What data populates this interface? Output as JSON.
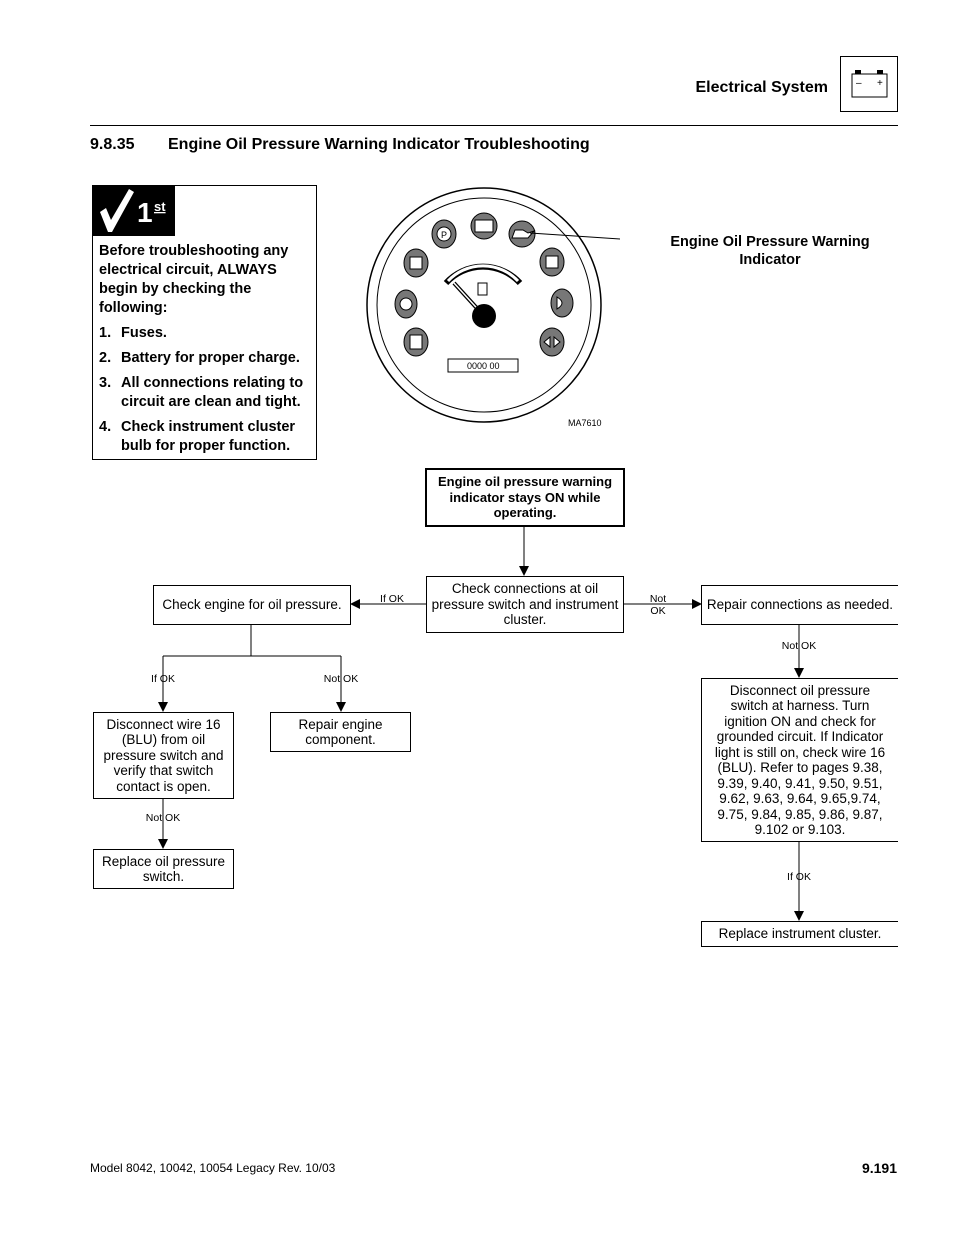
{
  "header": {
    "section_title": "Electrical System",
    "icon": "battery-icon",
    "battery_minus": "–",
    "battery_plus": "+"
  },
  "section": {
    "number": "9.8.35",
    "title": "Engine Oil Pressure Warning Indicator Troubleshooting"
  },
  "first_box": {
    "badge": "1",
    "badge_sup": "st",
    "intro": "Before troubleshooting any electrical circuit, ALWAYS begin by checking the following:",
    "items": [
      {
        "num": "1.",
        "text": "Fuses."
      },
      {
        "num": "2.",
        "text": "Battery for proper charge."
      },
      {
        "num": "3.",
        "text": "All connections relating to circuit are clean and tight."
      },
      {
        "num": "4.",
        "text": "Check instrument cluster bulb for proper function."
      }
    ]
  },
  "figure": {
    "callout": "Engine Oil Pressure Warning Indicator",
    "odometer": "0000 00",
    "figure_id": "MA7610",
    "icons": [
      "park-brake-icon",
      "battery-icon",
      "oil-can-icon",
      "level-icon",
      "tilt-icon",
      "temperature-icon",
      "headlight-icon",
      "filter-icon",
      "turn-signal-icon",
      "fuel-icon"
    ]
  },
  "flow": {
    "start": "Engine oil pressure warning indicator stays ON while operating.",
    "check_connections": "Check connections at oil pressure switch and instrument cluster.",
    "check_engine": "Check engine for oil pressure.",
    "repair_connections": "Repair connections as needed.",
    "disconnect_wire": "Disconnect wire 16 (BLU) from oil pressure switch and verify that switch contact is open.",
    "repair_engine": "Repair engine component.",
    "replace_switch": "Replace oil pressure switch.",
    "disconnect_switch": "Disconnect oil pressure switch at harness. Turn ignition ON and check for grounded circuit. If Indicator light is still on, check wire 16 (BLU). Refer to pages 9.38, 9.39, 9.40, 9.41, 9.50, 9.51, 9.62, 9.63, 9.64, 9.65,9.74, 9.75, 9.84, 9.85, 9.86, 9.87, 9.102 or 9.103.",
    "replace_cluster": "Replace instrument cluster.",
    "labels": {
      "if_ok_left": "If OK",
      "not_ok_right": "Not OK",
      "if_ok_1": "If OK",
      "not_ok_1": "Not OK",
      "not_ok_2": "Not OK",
      "not_ok_3": "Not OK",
      "if_ok_2": "If OK"
    }
  },
  "footer": {
    "model": "Model  8042, 10042, 10054 Legacy    Rev.  10/03",
    "page": "9.191"
  }
}
